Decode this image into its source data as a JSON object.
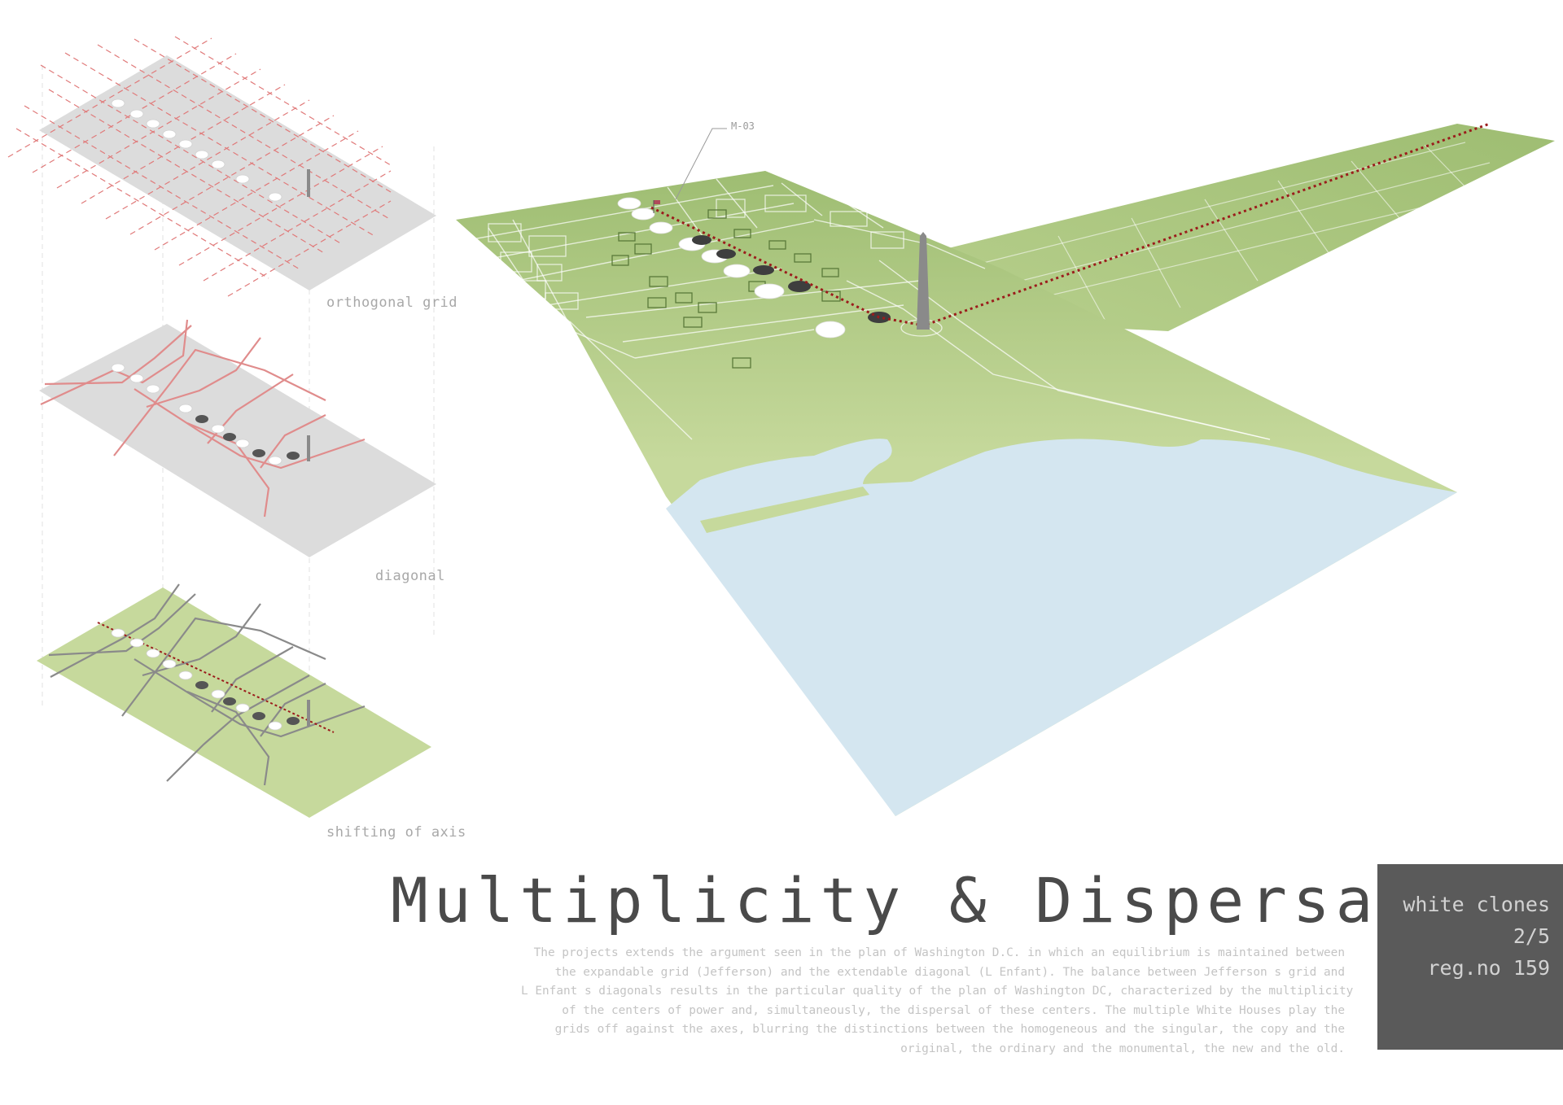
{
  "title": "Multiplicity & Dispersal",
  "description": [
    "The projects extends the argument seen in the plan of Washington D.C. in which an equilibrium is maintained between",
    "the expandable grid (Jefferson) and the extendable diagonal (L Enfant).  The  balance between Jefferson s grid and",
    "L Enfant s diagonals results in the particular quality of the plan of Washington DC, characterized by the multiplicity",
    "of the centers of power and, simultaneously, the dispersal of these centers. The multiple White Houses play the",
    "grids off against the axes, blurring the distinctions between the homogeneous and the singular, the copy and the",
    "original, the ordinary and the monumental, the new and the old."
  ],
  "info_box": {
    "line1": "white clones",
    "line2": "2/5",
    "line3": "reg.no 159"
  },
  "diagrams": [
    {
      "caption": "orthogonal grid",
      "fill": "#dcdcdc",
      "line_color": "#e07a7a"
    },
    {
      "caption": "diagonal",
      "fill": "#dcdcdc",
      "line_color": "#e08c8c"
    },
    {
      "caption": "shifting of axis",
      "fill": "#c6d99c",
      "line_color": "#8a8a8a"
    }
  ],
  "map": {
    "marker_label": "M-03",
    "land_color": "#c6d99c",
    "land_dark_color": "#9ebd72",
    "water_color": "#d4e6f0",
    "axis_color": "#9b1c1c",
    "monument_color": "#8a8a8a"
  }
}
